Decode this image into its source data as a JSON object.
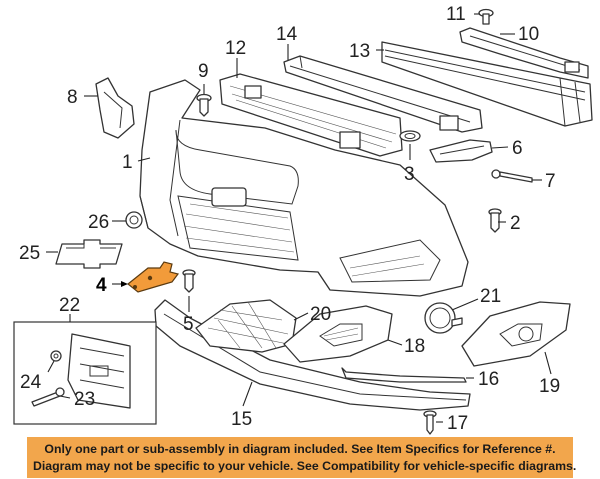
{
  "callouts": {
    "c1": "1",
    "c2": "2",
    "c3": "3",
    "c4": "4",
    "c5": "5",
    "c6": "6",
    "c7": "7",
    "c8": "8",
    "c9": "9",
    "c10": "10",
    "c11": "11",
    "c12": "12",
    "c13": "13",
    "c14": "14",
    "c15": "15",
    "c16": "16",
    "c17": "17",
    "c18": "18",
    "c19": "19",
    "c20": "20",
    "c21": "21",
    "c22": "22",
    "c23": "23",
    "c24": "24",
    "c25": "25",
    "c26": "26"
  },
  "highlight_color": "#f29b3a",
  "banner_color": "#f2a64c",
  "disclaimer": {
    "line1": "Only one part or sub-assembly in diagram included. See Item Specifics for Reference #.",
    "line2": "Diagram may not be specific to your vehicle. See Compatibility for vehicle-specific diagrams."
  }
}
